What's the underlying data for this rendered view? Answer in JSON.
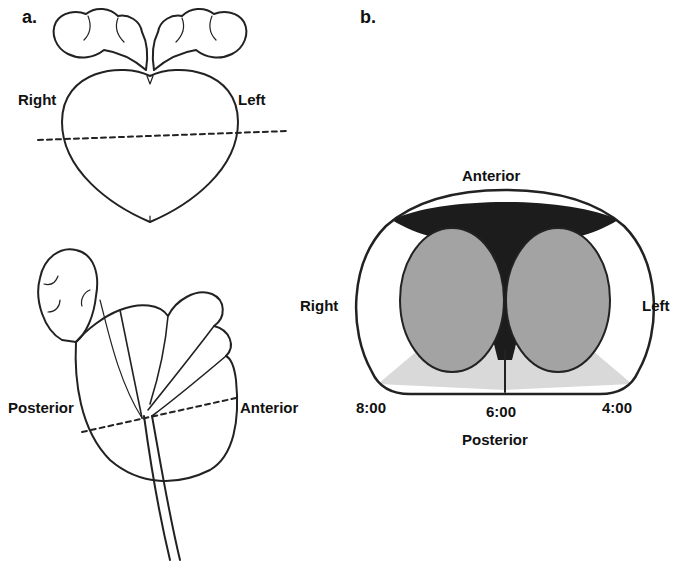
{
  "diagram": {
    "labels": [
      "a.",
      "b.",
      "Right",
      "Left",
      "Posterior",
      "Anterior",
      "Anterior",
      "Right",
      "Left",
      "8:00",
      "6:00",
      "4:00",
      "Posterior"
    ]
  }
}
